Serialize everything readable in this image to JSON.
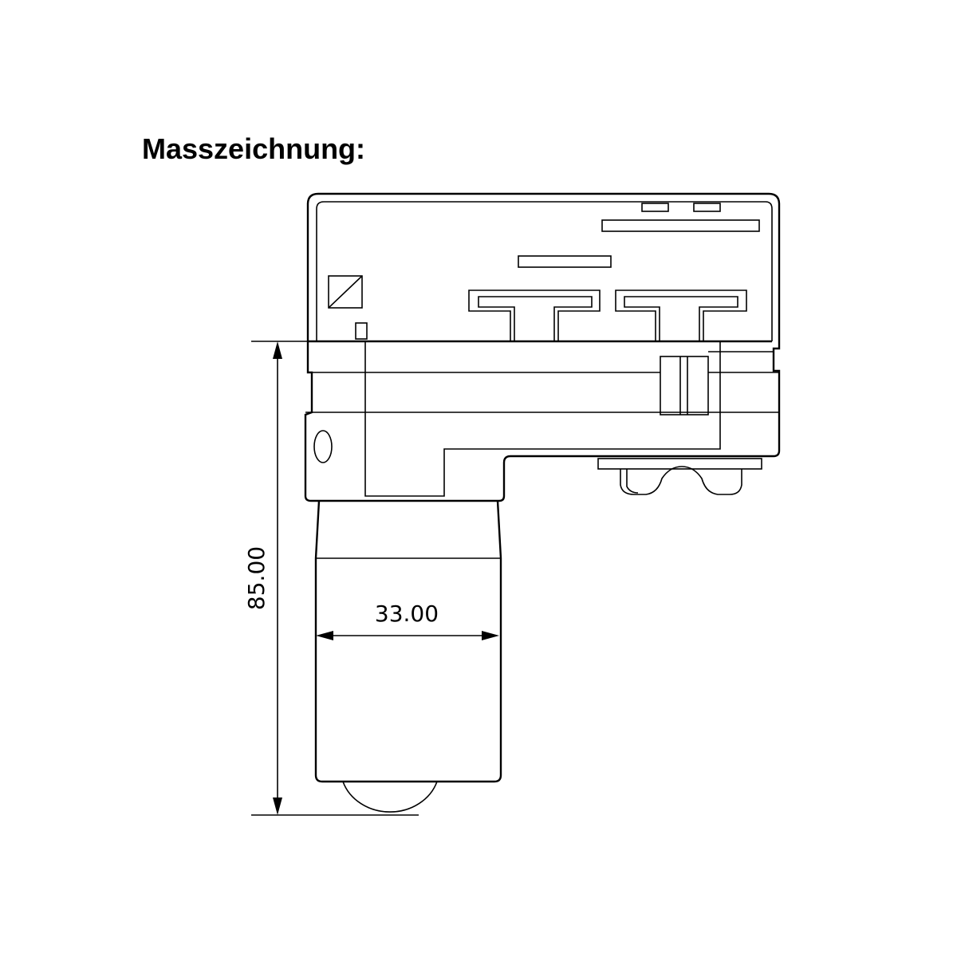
{
  "title": "Masszeichnung:",
  "dimensions": {
    "height_label": "85.00",
    "width_label": "33.00"
  }
}
